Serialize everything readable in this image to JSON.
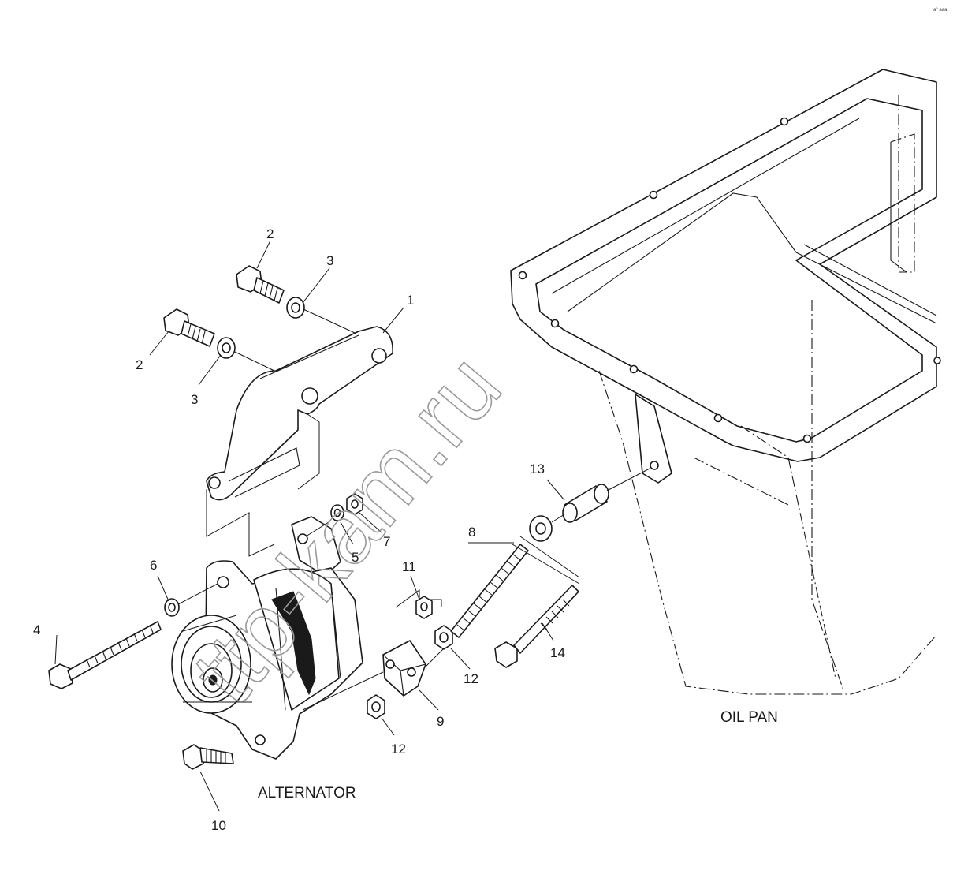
{
  "labels": {
    "alternator": "ALTERNATOR",
    "oil_pan": "OIL PAN"
  },
  "watermark": "ttp-kam.ru",
  "corner_mark": "a° aaa",
  "callouts": {
    "c1": "1",
    "c2a": "2",
    "c2b": "2",
    "c3a": "3",
    "c3b": "3",
    "c4": "4",
    "c5": "5",
    "c6": "6",
    "c7": "7",
    "c8": "8",
    "c9": "9",
    "c10": "10",
    "c11": "11",
    "c12a": "12",
    "c12b": "12",
    "c13": "13",
    "c14": "14"
  }
}
